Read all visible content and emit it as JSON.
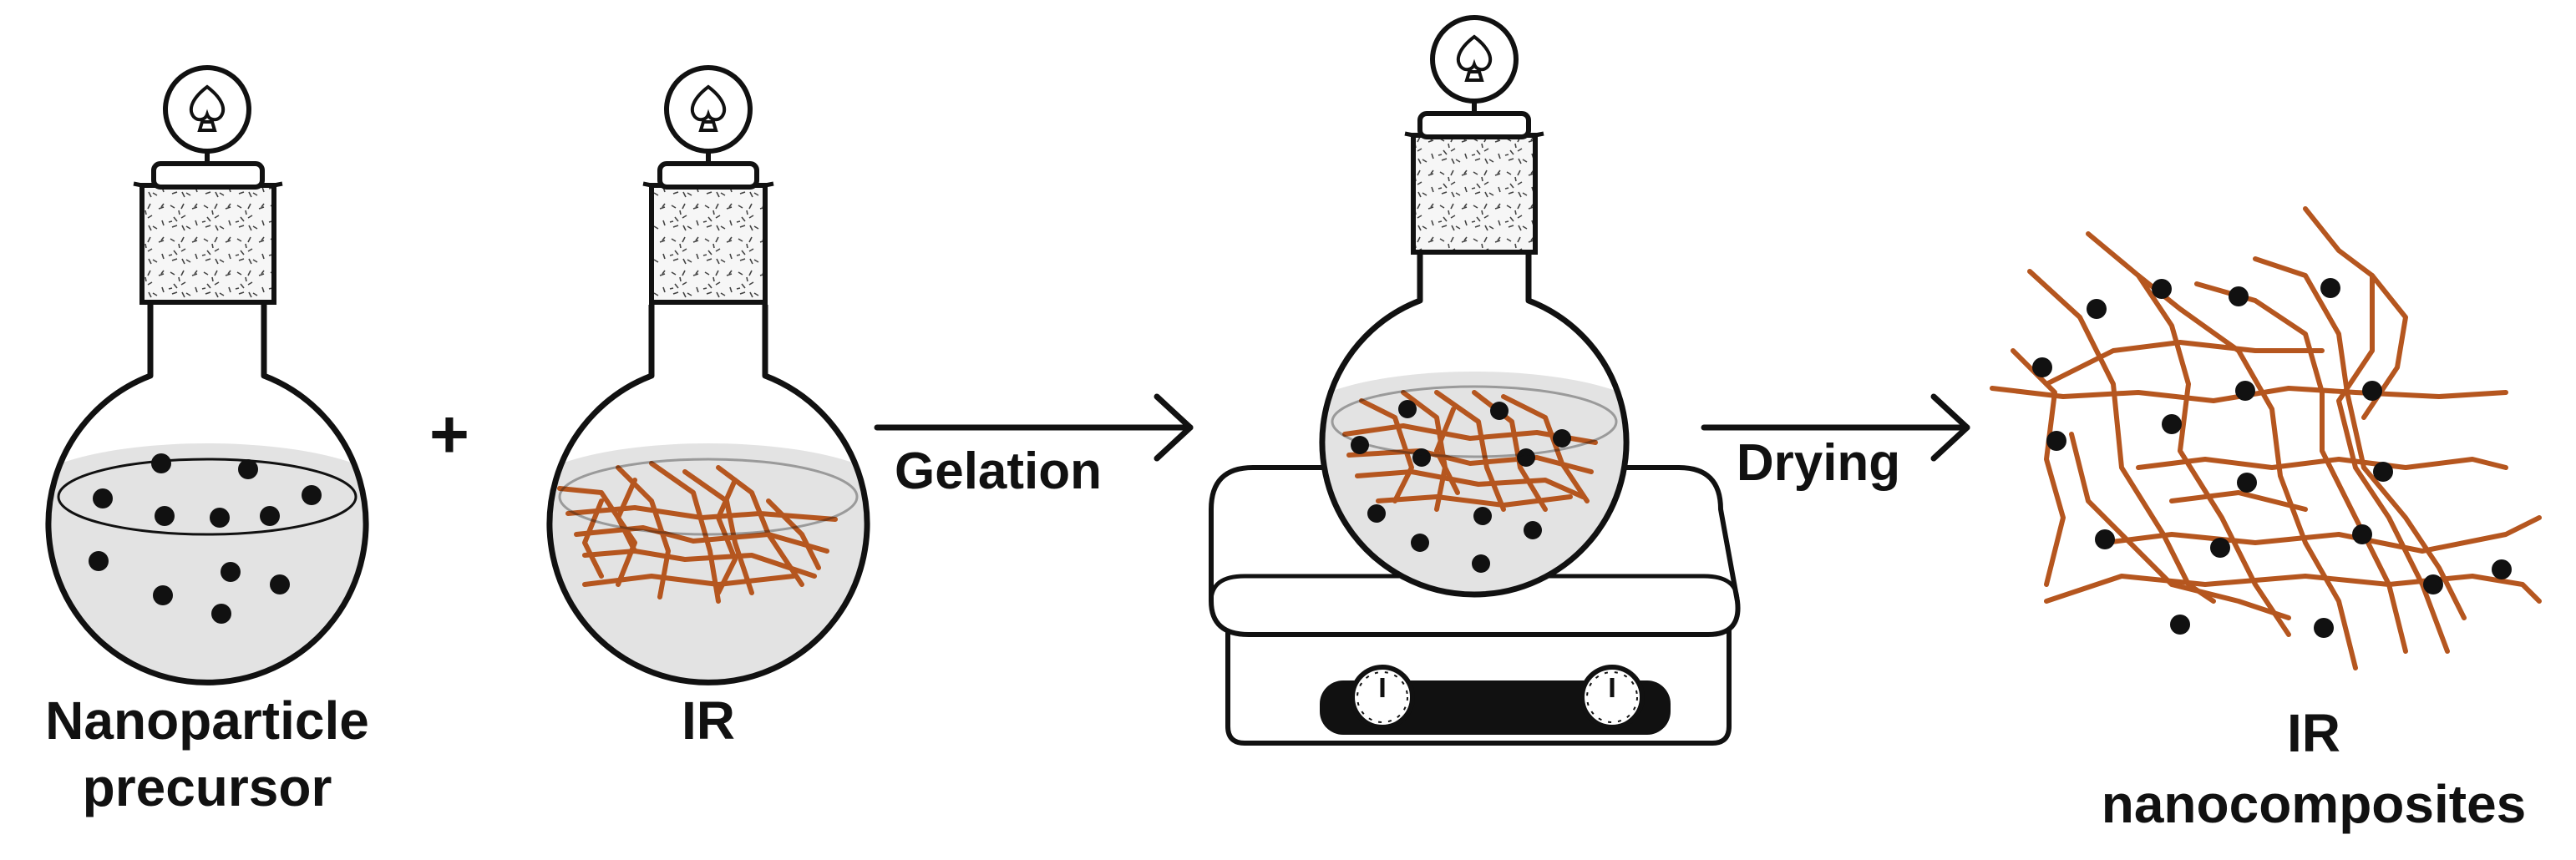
{
  "labels": {
    "flask1_line1": "Nanoparticle",
    "flask1_line2": "precursor",
    "plus": "+",
    "flask2": "IR",
    "step1": "Gelation",
    "step2": "Drying",
    "product_line1": "IR",
    "product_line2": "nanocomposites"
  },
  "colors": {
    "ink": "#111111",
    "fiber": "#b5561f",
    "liquid": "#e3e3e3",
    "stopper_fill": "#f4f4f4",
    "particle": "#111111"
  }
}
